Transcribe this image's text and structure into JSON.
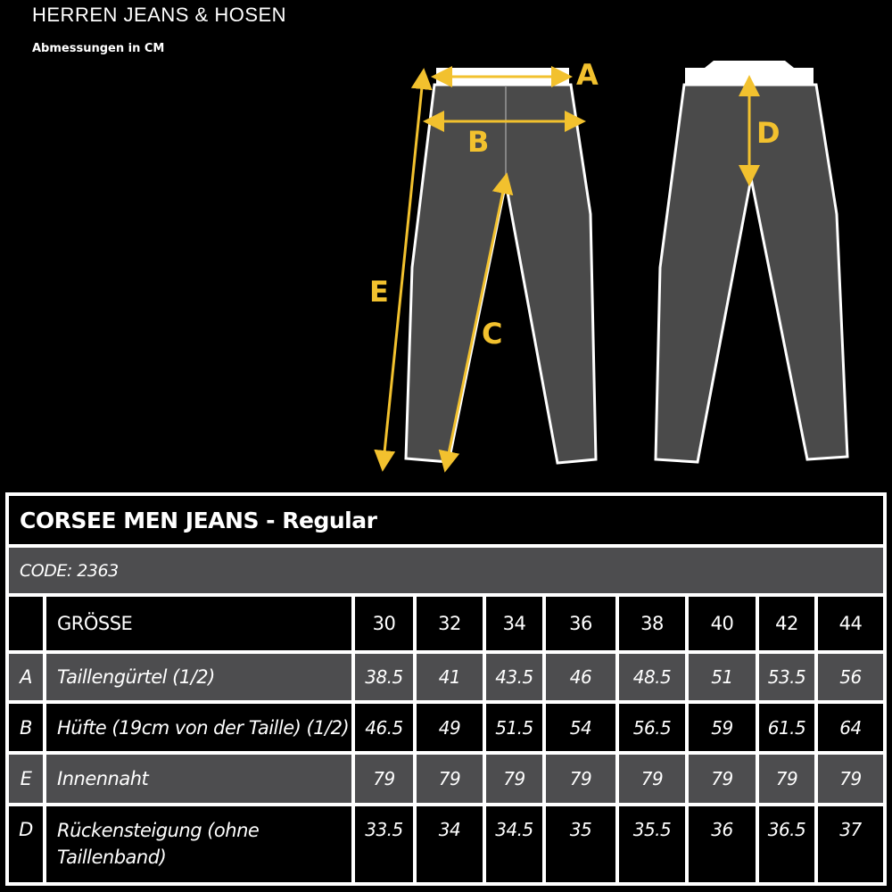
{
  "header": {
    "title": "HERREN JEANS & HOSEN",
    "subtitle": "Abmessungen in CM"
  },
  "diagram": {
    "labels": {
      "A": "A",
      "B": "B",
      "C": "C",
      "D": "D",
      "E": "E"
    },
    "accent": "#f2c12e",
    "pants_fill": "#4a4a4a"
  },
  "table": {
    "title": "CORSEE MEN JEANS - Regular",
    "code": "CODE: 2363",
    "size_label": "GRÖSSE",
    "sizes": [
      "30",
      "32",
      "34",
      "36",
      "38",
      "40",
      "42",
      "44"
    ],
    "rows": [
      {
        "letter": "A",
        "label": "Taillengürtel (1/2)",
        "values": [
          "38.5",
          "41",
          "43.5",
          "46",
          "48.5",
          "51",
          "53.5",
          "56"
        ]
      },
      {
        "letter": "B",
        "label": "Hüfte (19cm von der Taille) (1/2)",
        "values": [
          "46.5",
          "49",
          "51.5",
          "54",
          "56.5",
          "59",
          "61.5",
          "64"
        ]
      },
      {
        "letter": "E",
        "label": "Innennaht",
        "values": [
          "79",
          "79",
          "79",
          "79",
          "79",
          "79",
          "79",
          "79"
        ]
      },
      {
        "letter": "D",
        "label": "Rückensteigung (ohne Taillenband)",
        "values": [
          "33.5",
          "34",
          "34.5",
          "35",
          "35.5",
          "36",
          "36.5",
          "37"
        ]
      }
    ]
  }
}
